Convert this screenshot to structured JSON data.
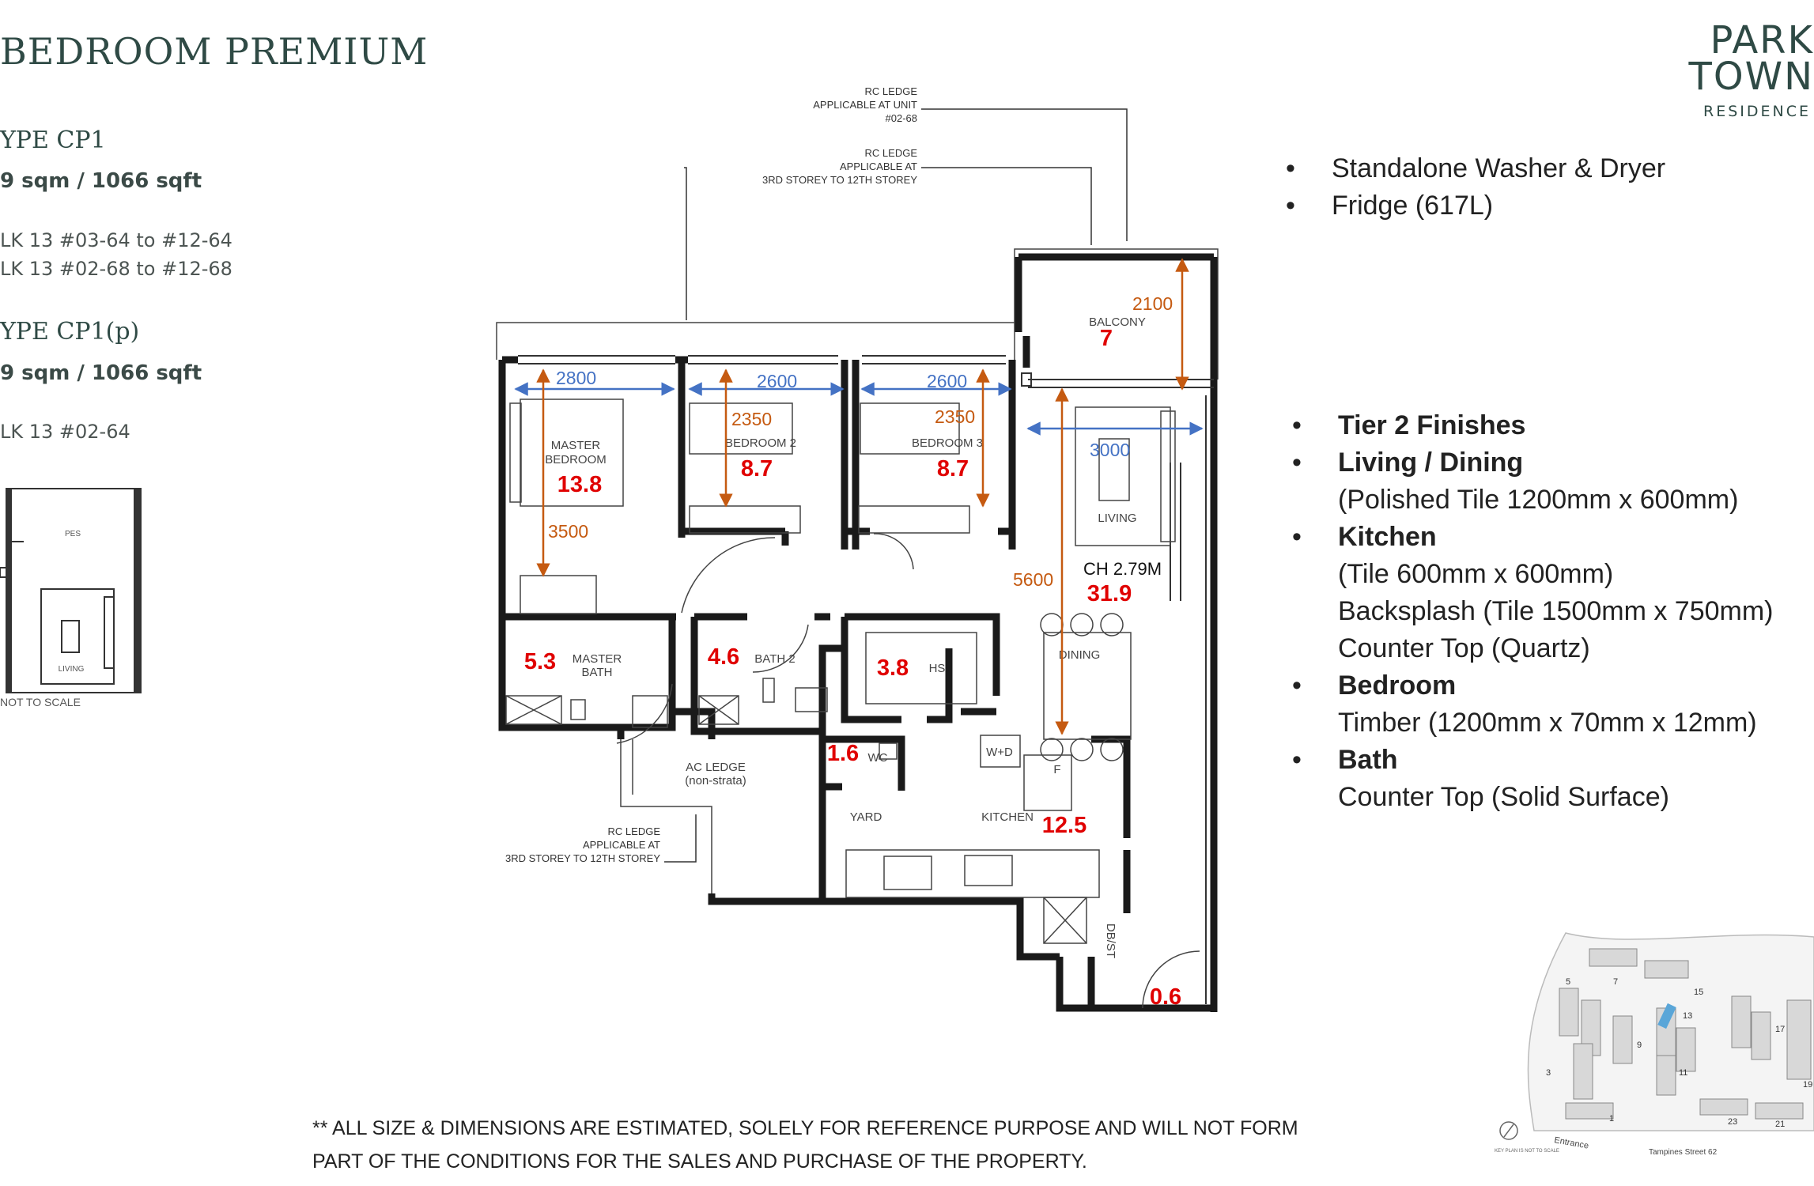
{
  "header": {
    "title": "BEDROOM PREMIUM",
    "logo_line1": "PARK",
    "logo_line2": "TOWN",
    "logo_line3": "RESIDENCE"
  },
  "unit_types": [
    {
      "name": "YPE CP1",
      "size": "9 sqm / 1066 sqft",
      "units": [
        "LK 13 #03-64 to #12-64",
        "LK 13 #02-68 to #12-68"
      ]
    },
    {
      "name": "YPE CP1(p)",
      "size": "9 sqm / 1066 sqft",
      "units": [
        "LK 13 #02-64"
      ]
    }
  ],
  "keyplan_small": {
    "pes": "PES",
    "living": "LIVING",
    "not_to_scale": "NOT TO SCALE"
  },
  "appliances": [
    "Standalone Washer & Dryer",
    "Fridge (617L)"
  ],
  "finishes": [
    {
      "head": "Tier 2 Finishes",
      "lines": []
    },
    {
      "head": "Living / Dining",
      "lines": [
        "(Polished Tile 1200mm x 600mm)"
      ]
    },
    {
      "head": "Kitchen",
      "lines": [
        "(Tile 600mm x 600mm)",
        "Backsplash (Tile 1500mm x 750mm)",
        "Counter Top (Quartz)"
      ]
    },
    {
      "head": "Bedroom",
      "lines": [
        "Timber (1200mm x 70mm x 12mm)"
      ]
    },
    {
      "head": "Bath",
      "lines": [
        "Counter Top (Solid Surface)"
      ]
    }
  ],
  "plan": {
    "rc_ledge_1": [
      "RC LEDGE",
      "APPLICABLE AT UNIT",
      "#02-68"
    ],
    "rc_ledge_2": [
      "RC LEDGE",
      "APPLICABLE AT",
      "3RD STOREY TO 12TH STOREY"
    ],
    "rc_ledge_3": [
      "RC LEDGE",
      "APPLICABLE AT",
      "3RD STOREY TO 12TH STOREY"
    ],
    "rooms": {
      "master_bedroom": [
        "MASTER",
        "BEDROOM"
      ],
      "bedroom2": "BEDROOM 2",
      "bedroom3": "BEDROOM 3",
      "balcony": "BALCONY",
      "living": "LIVING",
      "dining": "DINING",
      "master_bath": [
        "MASTER",
        "BATH"
      ],
      "bath2": "BATH 2",
      "hs": "HS",
      "wc": "WC",
      "wd": "W+D",
      "fridge": "F",
      "ac_ledge": [
        "AC LEDGE",
        "(non-strata)"
      ],
      "yard": "YARD",
      "kitchen": "KITCHEN",
      "dbst": "DB/ST"
    },
    "dimensions": {
      "d2800": "2800",
      "d2600a": "2600",
      "d2600b": "2600",
      "d3000": "3000",
      "d2350a": "2350",
      "d2350b": "2350",
      "d3500": "3500",
      "d2100": "2100",
      "d5600": "5600"
    },
    "ceiling_height": "CH 2.79M",
    "areas": {
      "master": "13.8",
      "bed2": "8.7",
      "bed3": "8.7",
      "balcony": "7",
      "living": "31.9",
      "mbath": "5.3",
      "bath2": "4.6",
      "hs": "3.8",
      "wc": "1.6",
      "kitchen": "12.5",
      "dbst": "0.6"
    },
    "colors": {
      "wall": "#1a1a1a",
      "width_dim": "#4472c4",
      "depth_dim": "#c55a11",
      "area": "#e00000"
    }
  },
  "site_plan": {
    "labels": [
      "7",
      "15",
      "13",
      "5",
      "17",
      "11",
      "9",
      "3",
      "19",
      "23",
      "21",
      "1"
    ],
    "entrance": "Entrance",
    "street": "Tampines Street 62",
    "key_note": "KEY PLAN IS NOT TO SCALE"
  },
  "disclaimer": "** ALL SIZE & DIMENSIONS ARE ESTIMATED, SOLELY FOR REFERENCE PURPOSE AND WILL NOT FORM PART OF THE CONDITIONS FOR THE SALES AND PURCHASE OF THE PROPERTY."
}
